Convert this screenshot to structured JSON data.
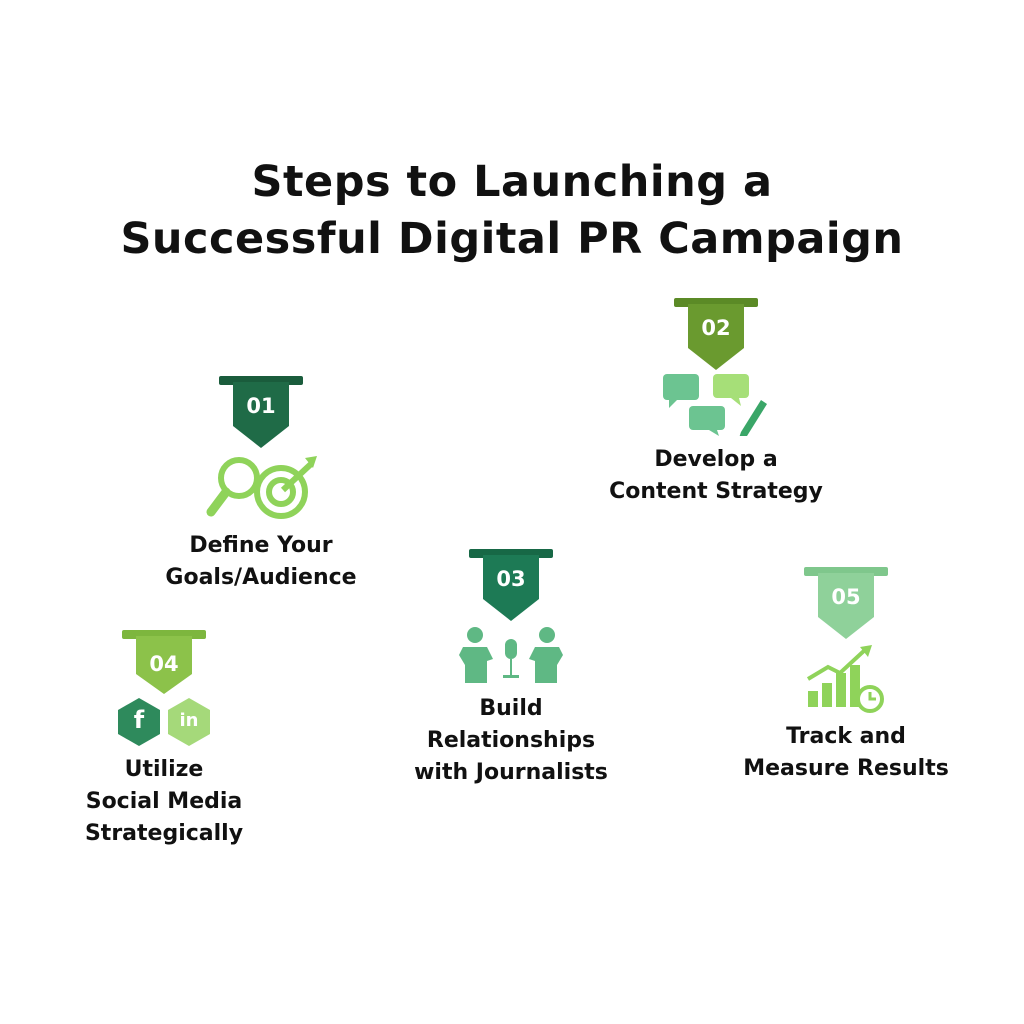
{
  "title": {
    "line1": "Steps to Launching a",
    "line2": "Successful Digital PR Campaign"
  },
  "steps": [
    {
      "number": "01",
      "label": [
        "Define Your",
        "Goals/Audience"
      ],
      "icon": "magnifier-target-icon",
      "color": "#1f6b47"
    },
    {
      "number": "02",
      "label": [
        "Develop a",
        "Content Strategy"
      ],
      "icon": "chat-bubbles-pen-icon",
      "color": "#6a9a2f"
    },
    {
      "number": "03",
      "label": [
        "Build",
        "Relationships",
        "with Journalists"
      ],
      "icon": "people-microphone-icon",
      "color": "#1d7a55"
    },
    {
      "number": "04",
      "label": [
        "Utilize",
        "Social Media",
        "Strategically"
      ],
      "icon": "social-media-icon",
      "color": "#8cc24a",
      "social": [
        "f",
        "in"
      ]
    },
    {
      "number": "05",
      "label": [
        "Track and",
        "Measure Results"
      ],
      "icon": "growth-chart-clock-icon",
      "color": "#8fd19a"
    }
  ]
}
